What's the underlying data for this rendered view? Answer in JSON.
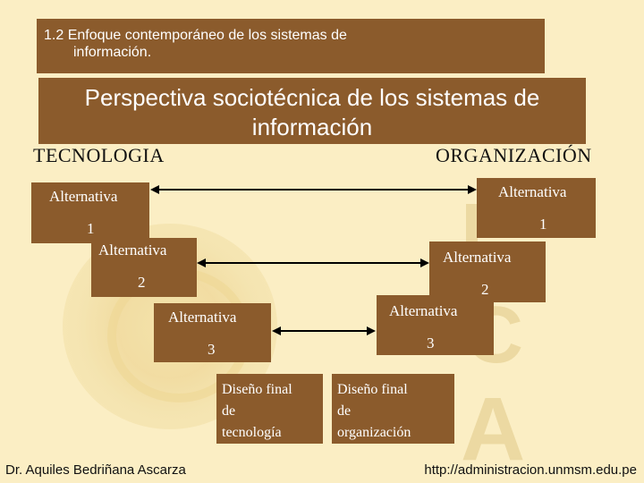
{
  "header": {
    "section_title_line1": "1.2 Enfoque contemporáneo de los sistemas de",
    "section_title_line2": "información.",
    "main_title_line1": "Perspectiva sociotécnica de los sistemas de",
    "main_title_line2": "información"
  },
  "columns": {
    "left_heading": "TECNOLOGIA",
    "right_heading": "ORGANIZACIÓN"
  },
  "left_alternatives": [
    {
      "label": "Alternativa",
      "number": "1"
    },
    {
      "label": "Alternativa",
      "number": "2"
    },
    {
      "label": "Alternativa",
      "number": "3"
    }
  ],
  "right_alternatives": [
    {
      "label": "Alternativa",
      "number": "1"
    },
    {
      "label": "Alternativa",
      "number": "2"
    },
    {
      "label": "Alternativa",
      "number": "3"
    }
  ],
  "final_designs": {
    "technology": [
      "Diseño final",
      "de",
      "tecnología"
    ],
    "organization": [
      "Diseño final",
      "de",
      "organización"
    ]
  },
  "footer": {
    "author": "Dr. Aquiles Bedriñana Ascarza",
    "url": "http://administracion.unmsm.edu.pe"
  },
  "colors": {
    "background": "#fbeec4",
    "box": "#8b5b2c",
    "box_text": "#ffffff"
  },
  "watermark_letters": [
    "L",
    "C",
    "A"
  ]
}
